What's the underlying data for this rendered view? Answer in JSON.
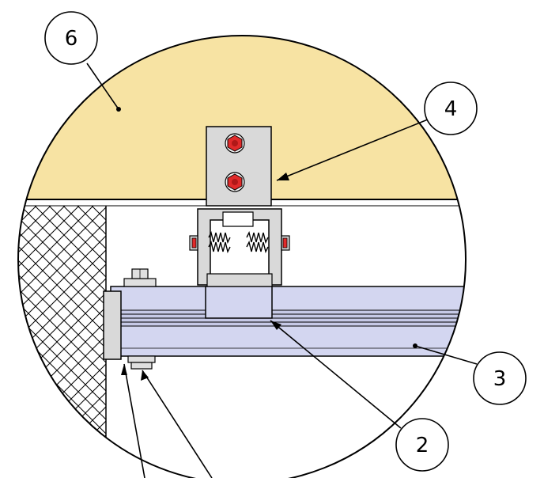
{
  "diagram": {
    "callouts": [
      {
        "label": "6"
      },
      {
        "label": "4"
      },
      {
        "label": "3"
      },
      {
        "label": "2"
      }
    ],
    "colors": {
      "panel": "#f7e3a3",
      "beam": "#d3d6f0",
      "bracket": "#d9d9d9",
      "bolt_head": "#e02a2a",
      "hatch": "#000000",
      "line": "#000000"
    },
    "icons": {
      "bolt": "hex-bolt-icon",
      "hatch": "crosshatch-pattern"
    }
  }
}
